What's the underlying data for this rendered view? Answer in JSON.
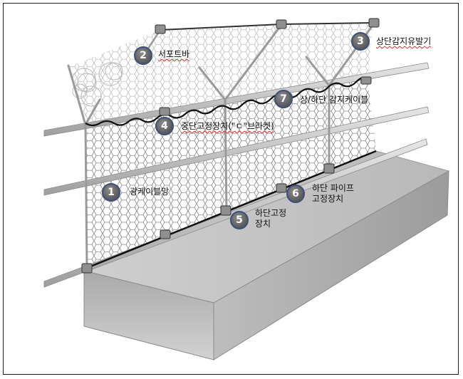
{
  "diagram": {
    "callouts": [
      {
        "number": "1",
        "label": "광케이블망"
      },
      {
        "number": "2",
        "label": "서포트바"
      },
      {
        "number": "3",
        "label": "상단감지유발기"
      },
      {
        "number": "4",
        "label": "중단고정장치(\"ㄷ\"브라켓)"
      },
      {
        "number": "5",
        "label": "하단고정\n장치"
      },
      {
        "number": "6",
        "label": "하단 파이프\n고정장치"
      },
      {
        "number": "7",
        "label": "상/하단 감지케이블"
      }
    ]
  }
}
